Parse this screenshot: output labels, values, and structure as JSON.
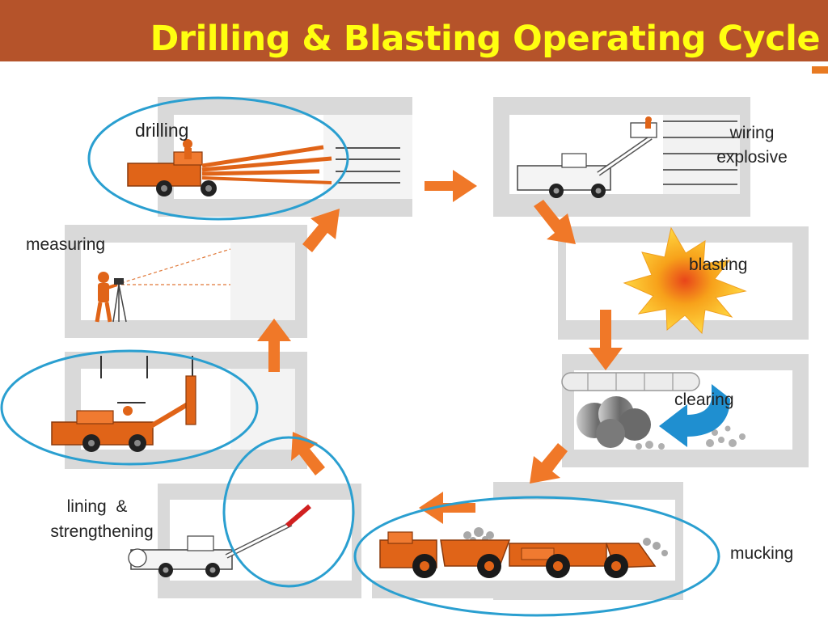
{
  "title": "Drilling & Blasting Operating Cycle",
  "stages": {
    "drilling": "drilling",
    "wiring": [
      "wiring",
      "explosive"
    ],
    "blasting": "blasting",
    "clearing": "clearing",
    "mucking": "mucking",
    "lining": [
      "lining  &",
      "strengthening"
    ],
    "measuring": "measuring"
  },
  "colors": {
    "banner": "#b5532a",
    "title": "#ffff10",
    "machine": "#e06418",
    "arrow": "#f07828",
    "highlight_ring": "#2a9fd0",
    "tunnel": "#d9d9d9",
    "clearing_arrow": "#1f8fd0"
  }
}
